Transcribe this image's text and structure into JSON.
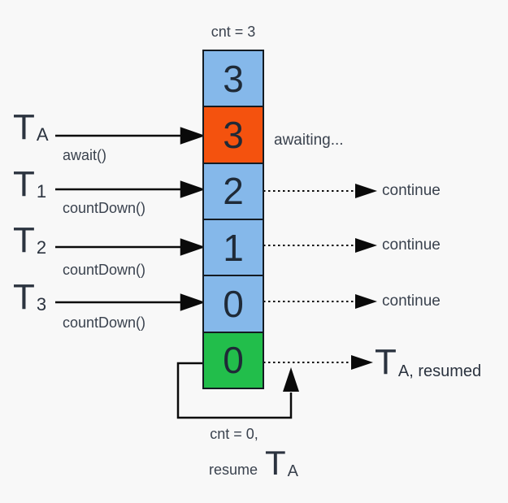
{
  "colors": {
    "background": "#f8f8f8",
    "blue": "#85b8ea",
    "orange": "#f4520e",
    "green": "#22be4b",
    "cell_border": "#141b22",
    "number_text": "#1f2a37",
    "label_text": "#3a424e",
    "arrow": "#0a0a0a"
  },
  "latch": {
    "top_label": "cnt = 3",
    "cells": [
      {
        "value": "3",
        "color": "blue"
      },
      {
        "value": "3",
        "color": "orange"
      },
      {
        "value": "2",
        "color": "blue"
      },
      {
        "value": "1",
        "color": "blue"
      },
      {
        "value": "0",
        "color": "blue"
      },
      {
        "value": "0",
        "color": "green"
      }
    ]
  },
  "threads": [
    {
      "name": "T",
      "sub": "A",
      "call": "await()",
      "result": "awaiting..."
    },
    {
      "name": "T",
      "sub": "1",
      "call": "countDown()",
      "result": "continue"
    },
    {
      "name": "T",
      "sub": "2",
      "call": "countDown()",
      "result": "continue"
    },
    {
      "name": "T",
      "sub": "3",
      "call": "countDown()",
      "result": "continue"
    }
  ],
  "resumed": {
    "name": "T",
    "sub": "A, resumed"
  },
  "loop": {
    "line1": "cnt = 0,",
    "line2_prefix": "resume",
    "name": "T",
    "sub": "A"
  }
}
